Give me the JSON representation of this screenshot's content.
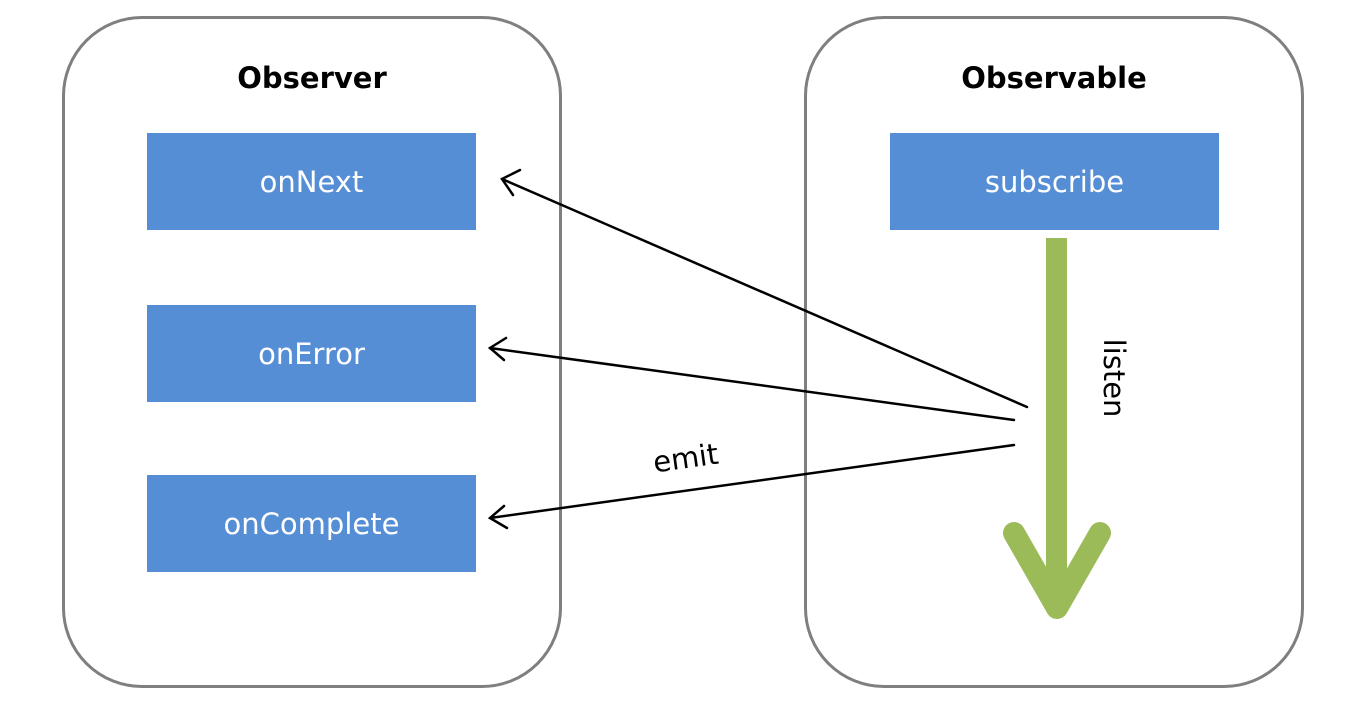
{
  "observer": {
    "title": "Observer",
    "methods": [
      "onNext",
      "onError",
      "onComplete"
    ]
  },
  "observable": {
    "title": "Observable",
    "method": "subscribe"
  },
  "labels": {
    "emit": "emit",
    "listen": "listen"
  },
  "colors": {
    "method_box": "#558ed5",
    "method_text": "#ffffff",
    "panel_border": "#7f7f7f",
    "listen_arrow": "#9bbb59",
    "emit_arrow": "#000000"
  }
}
